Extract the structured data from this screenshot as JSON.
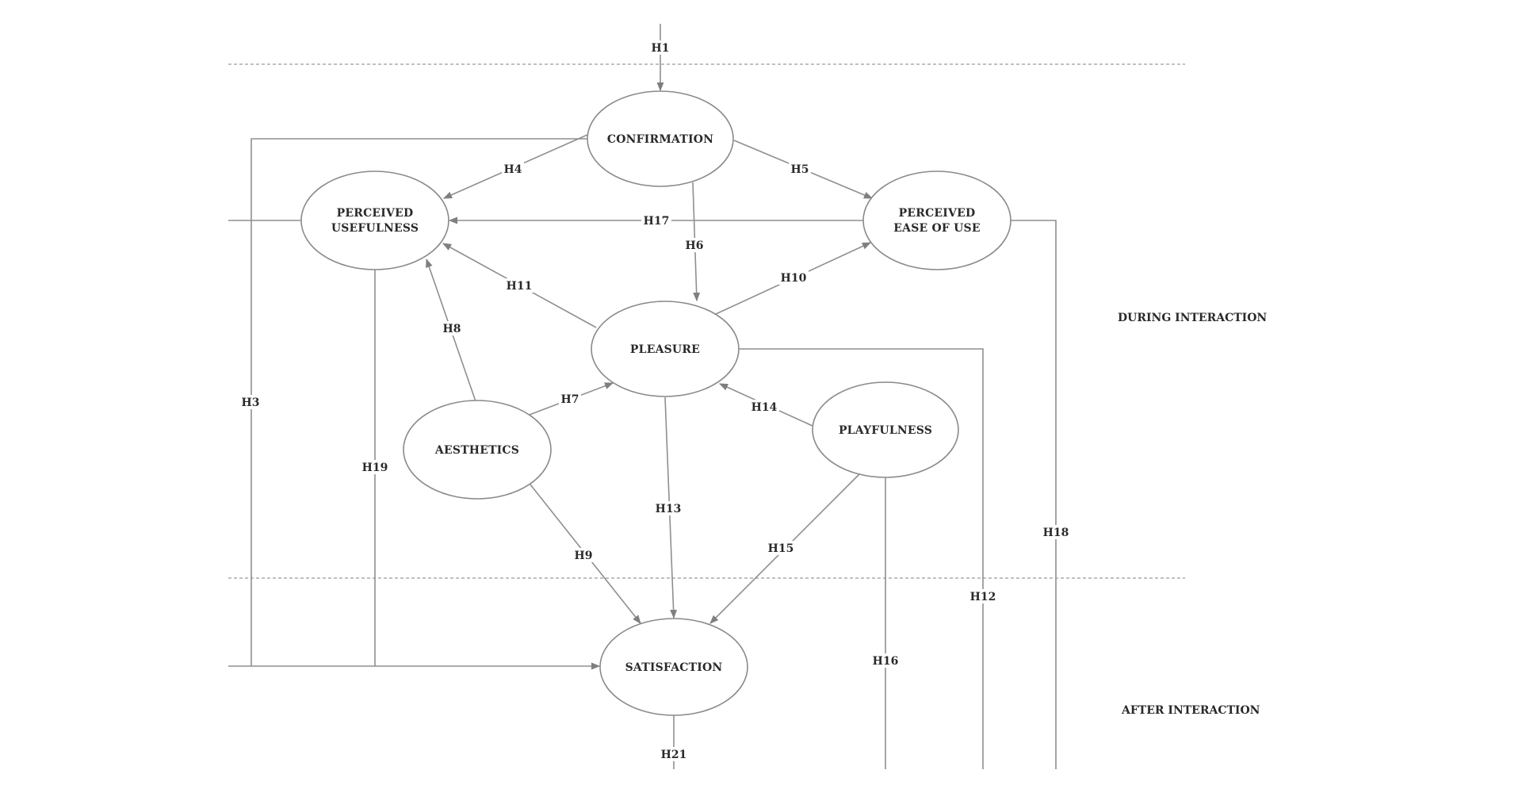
{
  "diagram": {
    "type": "structural-model",
    "phases": [
      {
        "id": "during",
        "label": "DURING INTERACTION"
      },
      {
        "id": "after",
        "label": "AFTER INTERACTION"
      }
    ],
    "nodes": [
      {
        "id": "confirmation",
        "lines": [
          "CONFIRMATION"
        ]
      },
      {
        "id": "perceived-usefulness",
        "lines": [
          "PERCEIVED",
          "USEFULNESS"
        ]
      },
      {
        "id": "perceived-ease-of-use",
        "lines": [
          "PERCEIVED",
          "EASE OF USE"
        ]
      },
      {
        "id": "pleasure",
        "lines": [
          "PLEASURE"
        ]
      },
      {
        "id": "aesthetics",
        "lines": [
          "AESTHETICS"
        ]
      },
      {
        "id": "playfulness",
        "lines": [
          "PLAYFULNESS"
        ]
      },
      {
        "id": "satisfaction",
        "lines": [
          "SATISFACTION"
        ]
      }
    ],
    "edges": [
      {
        "label": "H1",
        "from": "external",
        "to": "confirmation"
      },
      {
        "label": "H3",
        "from": "confirmation",
        "to": "satisfaction"
      },
      {
        "label": "H4",
        "from": "confirmation",
        "to": "perceived-usefulness"
      },
      {
        "label": "H5",
        "from": "confirmation",
        "to": "perceived-ease-of-use"
      },
      {
        "label": "H6",
        "from": "confirmation",
        "to": "pleasure"
      },
      {
        "label": "H7",
        "from": "aesthetics",
        "to": "pleasure"
      },
      {
        "label": "H8",
        "from": "aesthetics",
        "to": "perceived-usefulness"
      },
      {
        "label": "H9",
        "from": "aesthetics",
        "to": "satisfaction"
      },
      {
        "label": "H10",
        "from": "pleasure",
        "to": "perceived-ease-of-use"
      },
      {
        "label": "H11",
        "from": "pleasure",
        "to": "perceived-usefulness"
      },
      {
        "label": "H12",
        "from": "pleasure",
        "to": "external"
      },
      {
        "label": "H13",
        "from": "pleasure",
        "to": "satisfaction"
      },
      {
        "label": "H14",
        "from": "playfulness",
        "to": "pleasure"
      },
      {
        "label": "H15",
        "from": "playfulness",
        "to": "satisfaction"
      },
      {
        "label": "H16",
        "from": "playfulness",
        "to": "external"
      },
      {
        "label": "H17",
        "from": "perceived-ease-of-use",
        "to": "perceived-usefulness"
      },
      {
        "label": "H18",
        "from": "perceived-ease-of-use",
        "to": "external"
      },
      {
        "label": "H19",
        "from": "perceived-usefulness",
        "to": "satisfaction"
      },
      {
        "label": "H21",
        "from": "satisfaction",
        "to": "external"
      }
    ]
  }
}
